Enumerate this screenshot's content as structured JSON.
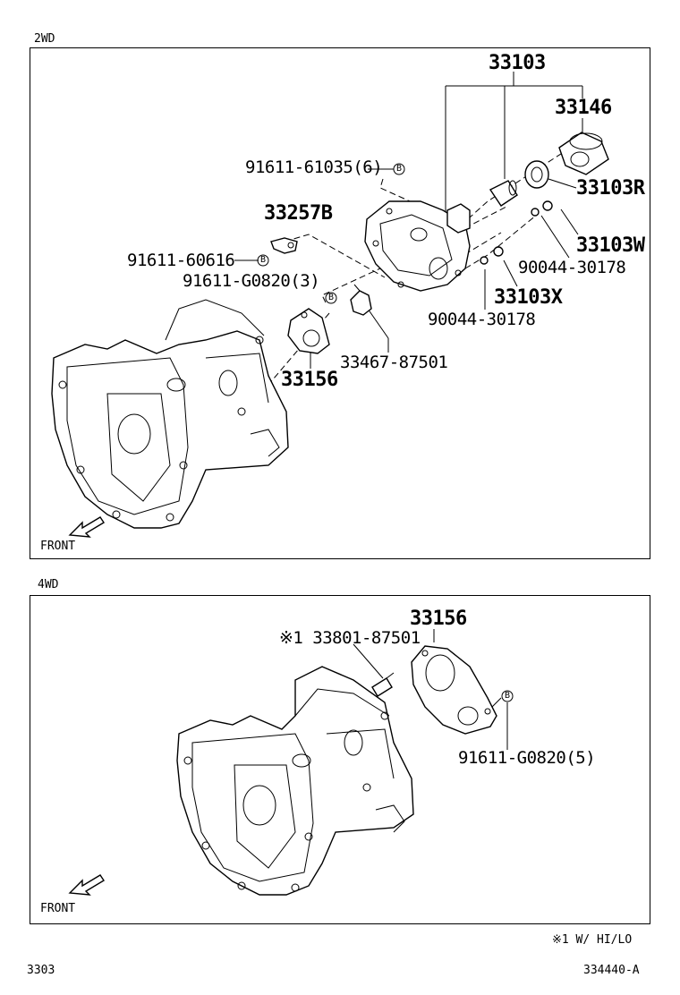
{
  "sections": {
    "top_label": "2WD",
    "bottom_label": "4WD"
  },
  "top": {
    "p33103": "33103",
    "p33146": "33146",
    "p33103R": "33103R",
    "p91611_61035": "91611-61035(6)",
    "p33257B": "33257B",
    "p33103W": "33103W",
    "p91611_60616": "91611-60616",
    "p90044_30178_a": "90044-30178",
    "p91611_G0820_3": "91611-G0820(3)",
    "p33103X": "33103X",
    "p90044_30178_b": "90044-30178",
    "p33467_87501": "33467-87501",
    "p33156": "33156",
    "front": "FRONT"
  },
  "bottom": {
    "p33156": "33156",
    "p33801_87501": "※1 33801-87501",
    "p91611_G0820_5": "91611-G0820(5)",
    "front": "FRONT"
  },
  "bolt_marker": "B",
  "footnote": "※1 W/ HI/LO",
  "page_number": "3303",
  "figure_code": "334440-A"
}
